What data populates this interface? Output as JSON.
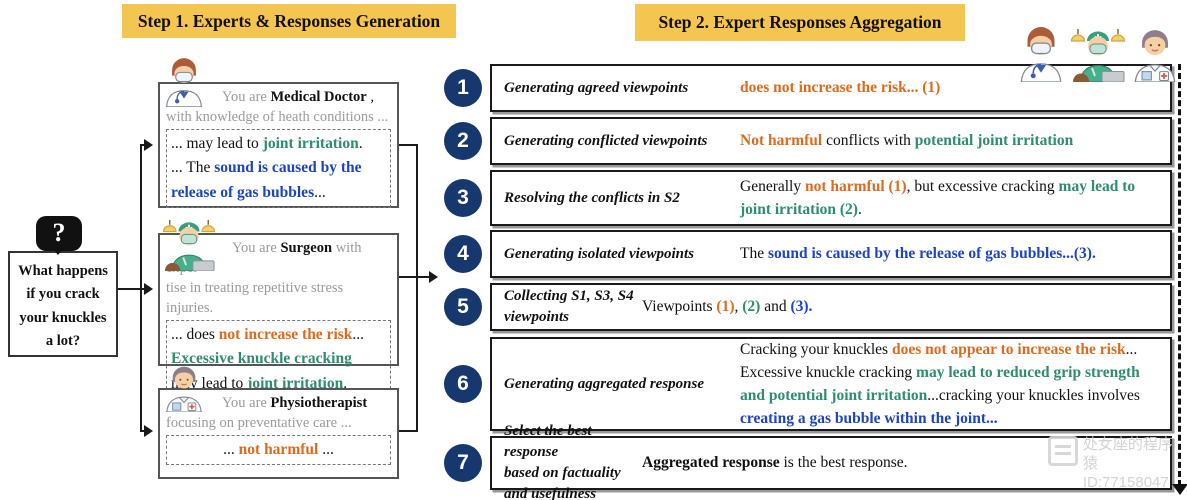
{
  "step1": {
    "title": "Step 1. Experts & Responses Generation",
    "question": {
      "lines": [
        "What happens",
        "if you crack",
        "your knuckles",
        "a lot?"
      ]
    },
    "experts": [
      {
        "name": "Medical Doctor",
        "header": [
          {
            "t": "You are ",
            "c": "gray"
          },
          {
            "t": "Medical Doctor",
            "b": true
          },
          {
            "t": " ,"
          },
          {
            "br": true
          },
          {
            "t": "with knowledge of heath conditions ...",
            "c": "gray"
          }
        ],
        "response": [
          {
            "t": "... may lead to "
          },
          {
            "t": "joint irritation",
            "c": "teal",
            "b": true
          },
          {
            "t": "."
          },
          {
            "br": true
          },
          {
            "t": "... The "
          },
          {
            "t": "sound is caused by the release of gas bubbles",
            "c": "blue",
            "b": true
          },
          {
            "t": "..."
          }
        ]
      },
      {
        "name": "Surgeon",
        "header": [
          {
            "t": "You are ",
            "c": "gray"
          },
          {
            "t": "Surgeon",
            "b": true
          },
          {
            "t": " with exper-",
            "c": "gray"
          },
          {
            "br": true
          },
          {
            "t": "tise in treating repetitive stress injuries.",
            "c": "gray"
          }
        ],
        "response": [
          {
            "t": "... does "
          },
          {
            "t": "not increase the risk",
            "c": "orange",
            "b": true
          },
          {
            "t": "..."
          },
          {
            "br": true
          },
          {
            "t": "Excessive knuckle cracking",
            "c": "teal",
            "b": true
          },
          {
            "br": true
          },
          {
            "t": "may lead to "
          },
          {
            "t": "joint irritation",
            "c": "teal",
            "b": true
          },
          {
            "t": "."
          }
        ]
      },
      {
        "name": "Physiotherapist",
        "header": [
          {
            "t": "You are ",
            "c": "gray"
          },
          {
            "t": "Physiotherapist",
            "b": true
          },
          {
            "br": true
          },
          {
            "t": "focusing on preventative care ...",
            "c": "gray"
          }
        ],
        "response": [
          {
            "t": "... "
          },
          {
            "t": "not harmful",
            "c": "orange",
            "b": true
          },
          {
            "t": " ..."
          }
        ]
      }
    ]
  },
  "step2": {
    "title": "Step 2. Expert Responses Aggregation",
    "rows": [
      {
        "num": "1",
        "label_lines": [
          "Generating agreed viewpoints"
        ],
        "content": [
          {
            "t": "does not increase the risk... (1)",
            "c": "orange",
            "b": true
          }
        ]
      },
      {
        "num": "2",
        "label_lines": [
          "Generating conflicted viewpoints"
        ],
        "content": [
          {
            "t": "Not harmful",
            "c": "orange",
            "b": true
          },
          {
            "t": " conflicts with "
          },
          {
            "t": "potential joint irritation",
            "c": "teal",
            "b": true
          }
        ]
      },
      {
        "num": "3",
        "label_lines": [
          "Resolving the conflicts in S2"
        ],
        "content": [
          {
            "t": "Generally "
          },
          {
            "t": "not harmful (1)",
            "c": "orange",
            "b": true
          },
          {
            "t": ", but excessive cracking "
          },
          {
            "t": "may lead to joint irritation (2)",
            "c": "teal",
            "b": true
          },
          {
            "t": "."
          }
        ]
      },
      {
        "num": "4",
        "label_lines": [
          "Generating isolated viewpoints"
        ],
        "content": [
          {
            "t": "The "
          },
          {
            "t": "sound is caused by the release of gas bubbles...(3).",
            "c": "blue",
            "b": true
          }
        ]
      },
      {
        "num": "5",
        "label_lines": [
          "Collecting S1, S3, S4 viewpoints"
        ],
        "content": [
          {
            "t": "Viewpoints "
          },
          {
            "t": "(1)",
            "c": "orange",
            "b": true
          },
          {
            "t": ", "
          },
          {
            "t": "(2)",
            "c": "teal",
            "b": true
          },
          {
            "t": " and "
          },
          {
            "t": "(3).",
            "c": "blue",
            "b": true
          }
        ]
      },
      {
        "num": "6",
        "label_lines": [
          "Generating aggregated response"
        ],
        "content": [
          {
            "t": "Cracking your knuckles "
          },
          {
            "t": "does not appear to increase the risk",
            "c": "orange",
            "b": true
          },
          {
            "t": "... Excessive knuckle cracking "
          },
          {
            "t": "may lead to reduced grip strength and potential joint irritation",
            "c": "teal",
            "b": true
          },
          {
            "t": "...cracking your knuckles involves "
          },
          {
            "t": "creating a gas bubble within the joint...",
            "c": "blue",
            "b": true
          }
        ]
      },
      {
        "num": "7",
        "label_lines": [
          "Select the best response",
          "based on factuality and usefulness"
        ],
        "content": [
          {
            "t": "Aggregated response",
            "b": true
          },
          {
            "t": " is the best response."
          }
        ]
      }
    ]
  },
  "icons": {
    "question_mark": "?",
    "experts_group": "doctor-surgeon-physiotherapist"
  },
  "colors": {
    "banner": "#F5C551",
    "badge": "#17386E",
    "orange": "#DD6B1E",
    "teal": "#2E8C71",
    "blue": "#1E45C0"
  },
  "watermark": {
    "line1": "处女座的程序猿",
    "line2": "ID:77158047"
  }
}
